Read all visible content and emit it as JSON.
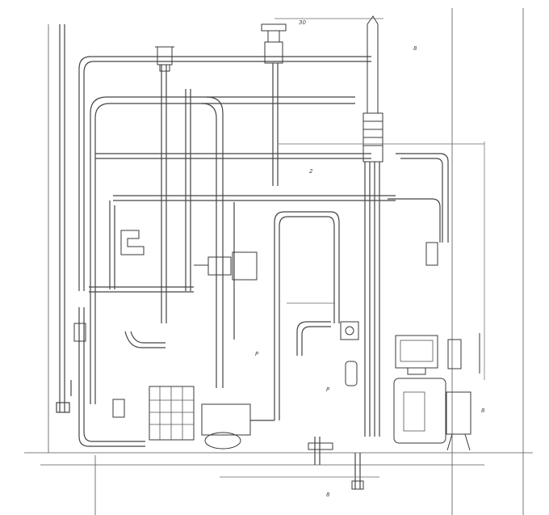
{
  "diagram": {
    "kind": "hand-drawn piping and instrumentation sketch",
    "ink_color": "#3a3a3a",
    "paper_color": "#ffffff",
    "labels": {
      "callout_top_right": "8",
      "callout_tag_a": "30",
      "callout_tag_b": "2",
      "callout_bottom": "8",
      "callout_right": "8",
      "callout_mid": "P",
      "callout_low": "P"
    }
  }
}
